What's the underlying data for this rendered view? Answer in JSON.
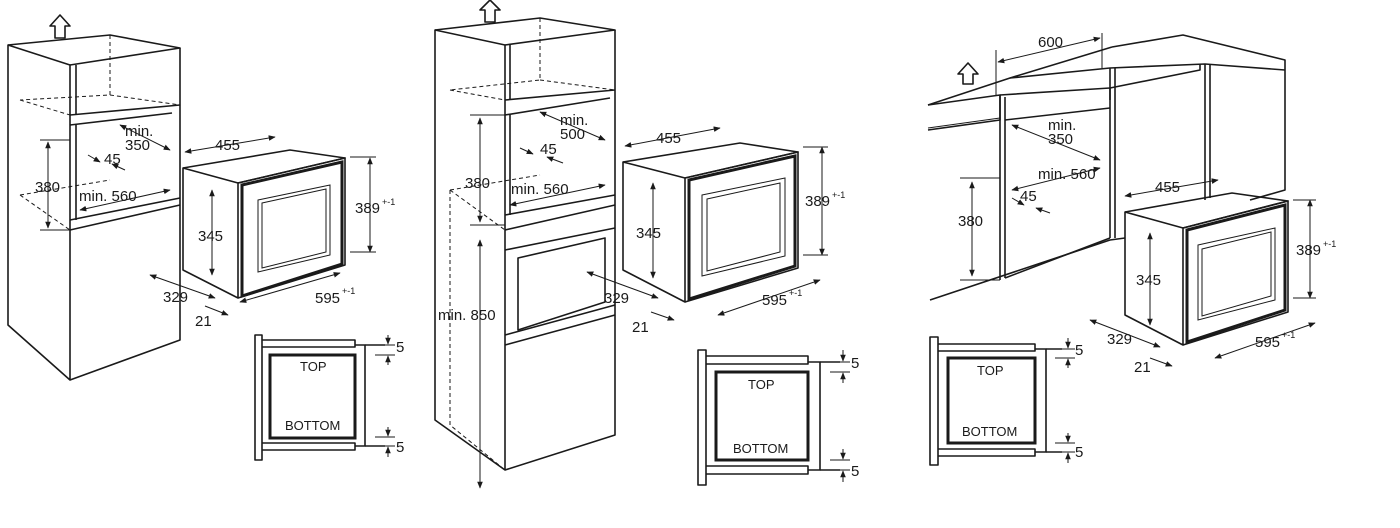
{
  "dimensions": {
    "d600": "600",
    "d455": "455",
    "d350": "350",
    "d500": "500",
    "min_word": "min.",
    "d45": "45",
    "d380": "380",
    "min560": "min. 560",
    "d389": "389",
    "tol": "+-1",
    "d345": "345",
    "d329": "329",
    "d595": "595",
    "d21": "21",
    "min850": "min. 850",
    "d5": "5"
  },
  "labels": {
    "top": "TOP",
    "bottom": "BOTTOM"
  },
  "icons": {
    "vent": "ventilation-up-arrow-icon"
  }
}
